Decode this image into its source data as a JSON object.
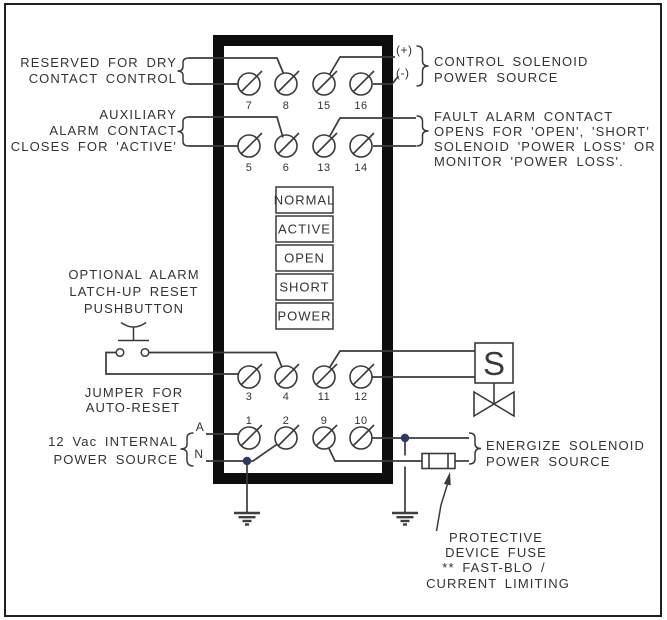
{
  "labels": {
    "reserved_contact": {
      "line1": "RESERVED FOR DRY",
      "line2": "CONTACT CONTROL"
    },
    "auxiliary_alarm": {
      "line1": "AUXILIARY",
      "line2": "ALARM CONTACT",
      "line3": "CLOSES FOR 'ACTIVE'"
    },
    "control_power": {
      "plus": "(+)",
      "minus": "(-)",
      "line1": "CONTROL SOLENOID",
      "line2": "POWER SOURCE"
    },
    "fault_alarm": {
      "line1": "FAULT ALARM CONTACT",
      "line2": "OPENS FOR 'OPEN', 'SHORT'",
      "line3": "SOLENOID 'POWER LOSS' OR",
      "line4": "MONITOR 'POWER LOSS'."
    },
    "optional_reset": {
      "line1": "OPTIONAL ALARM",
      "line2": "LATCH-UP RESET",
      "line3": "PUSHBUTTON"
    },
    "jumper": {
      "line1": "JUMPER FOR",
      "line2": "AUTO-RESET"
    },
    "internal_power": {
      "line1": "12 Vac INTERNAL",
      "line2": "POWER SOURCE",
      "terminal_a": "A",
      "terminal_n": "N"
    },
    "energize_power": {
      "line1": "ENERGIZE SOLENOID",
      "line2": "POWER SOURCE"
    },
    "protective_fuse": {
      "line1": "PROTECTIVE",
      "line2": "DEVICE FUSE",
      "line3": "** FAST-BLO /",
      "line4": "CURRENT LIMITING"
    },
    "solenoid": "S"
  },
  "status_indicators": [
    "NORMAL",
    "ACTIVE",
    "OPEN",
    "SHORT",
    "POWER"
  ],
  "terminals": {
    "row1": [
      "7",
      "8",
      "15",
      "16"
    ],
    "row2": [
      "5",
      "6",
      "13",
      "14"
    ],
    "row3": [
      "3",
      "4",
      "11",
      "12"
    ],
    "row4": [
      "1",
      "2",
      "9",
      "10"
    ]
  },
  "colors": {
    "line": "#3a3a3a",
    "enclosure_border": "#0d0d0d",
    "junction_dot": "#2c3a5e",
    "background": "#ffffff",
    "text": "#333333"
  }
}
